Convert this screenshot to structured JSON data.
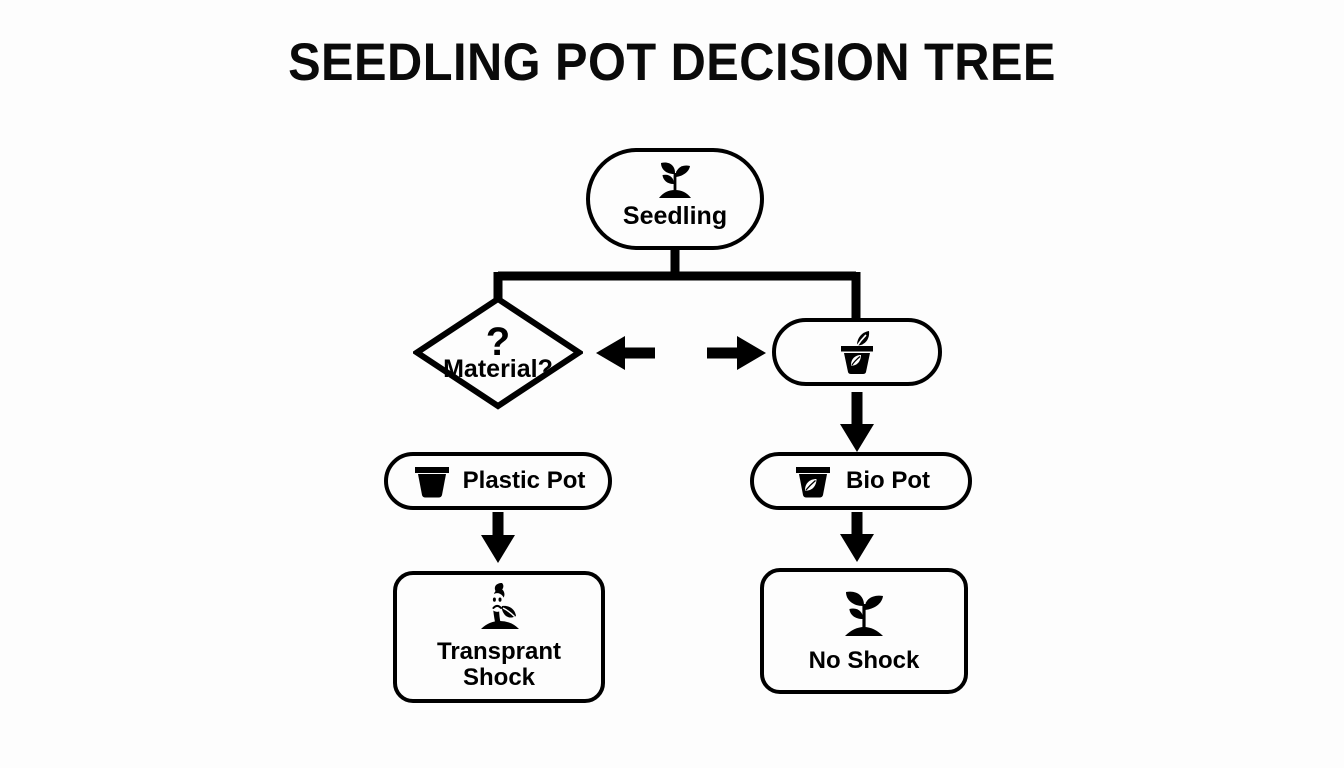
{
  "title": "SEEDLING POT DECISION TREE",
  "theme": {
    "background": "#fdfdfd",
    "stroke": "#000000",
    "text": "#000000",
    "fill": "#fdfdfd"
  },
  "nodes": {
    "root": {
      "label": "Seedling",
      "shape": "pill",
      "icon": "sprout-icon"
    },
    "decision": {
      "label": "Material?",
      "glyph": "?",
      "shape": "diamond",
      "icon": "question-mark-icon"
    },
    "bio_option": {
      "label": "",
      "shape": "pill",
      "icon": "bio-pot-leaf-icon"
    },
    "plastic_pot": {
      "label": "Plastic Pot",
      "shape": "pill",
      "icon": "plastic-pot-icon"
    },
    "bio_pot": {
      "label": "Bio Pot",
      "shape": "pill",
      "icon": "bio-pot-icon"
    },
    "transplant_shock": {
      "label": "Transprant\nShock",
      "shape": "rounded-rect",
      "icon": "wilted-plant-icon"
    },
    "no_shock": {
      "label": "No Shock",
      "shape": "rounded-rect",
      "icon": "healthy-sprout-icon"
    }
  },
  "edges": [
    {
      "from": "root",
      "to": "decision",
      "style": "elbow",
      "arrow": "none"
    },
    {
      "from": "root",
      "to": "bio_option",
      "style": "elbow",
      "arrow": "none"
    },
    {
      "from": "bio_option",
      "to": "decision",
      "style": "straight",
      "arrow": "left"
    },
    {
      "from": "decision",
      "to": "bio_option",
      "style": "straight",
      "arrow": "right"
    },
    {
      "from": "bio_option",
      "to": "bio_pot",
      "style": "straight",
      "arrow": "down"
    },
    {
      "from": "plastic_pot",
      "to": "transplant_shock",
      "style": "straight",
      "arrow": "down"
    },
    {
      "from": "bio_pot",
      "to": "no_shock",
      "style": "straight",
      "arrow": "down"
    }
  ]
}
